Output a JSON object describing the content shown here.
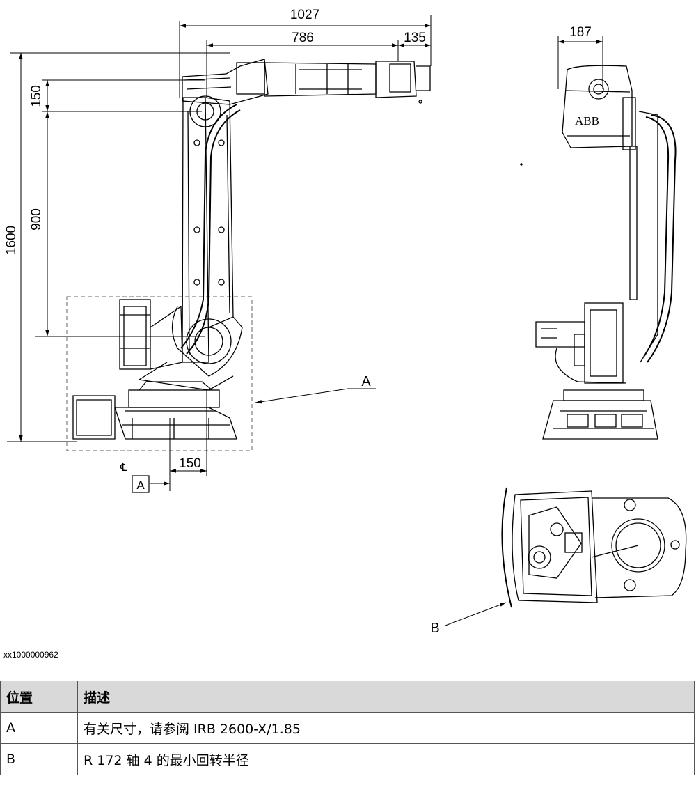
{
  "drawing": {
    "dimensions": {
      "overall_reach": "1027",
      "arm_length": "786",
      "wrist_offset": "135",
      "side_width": "187",
      "height_total": "1600",
      "height_offset": "150",
      "arm_height": "900",
      "base_offset": "150"
    },
    "centerline_symbol": "℄",
    "datum_box": "A",
    "callouts": {
      "a": "A",
      "b": "B"
    }
  },
  "figure_id": "xx1000000962",
  "table": {
    "headers": [
      "位置",
      "描述"
    ],
    "rows": [
      {
        "pos": "A",
        "desc": "有关尺寸，请参阅 IRB 2600-X/1.85"
      },
      {
        "pos": "B",
        "desc": "R 172 轴 4 的最小回转半径"
      }
    ]
  }
}
